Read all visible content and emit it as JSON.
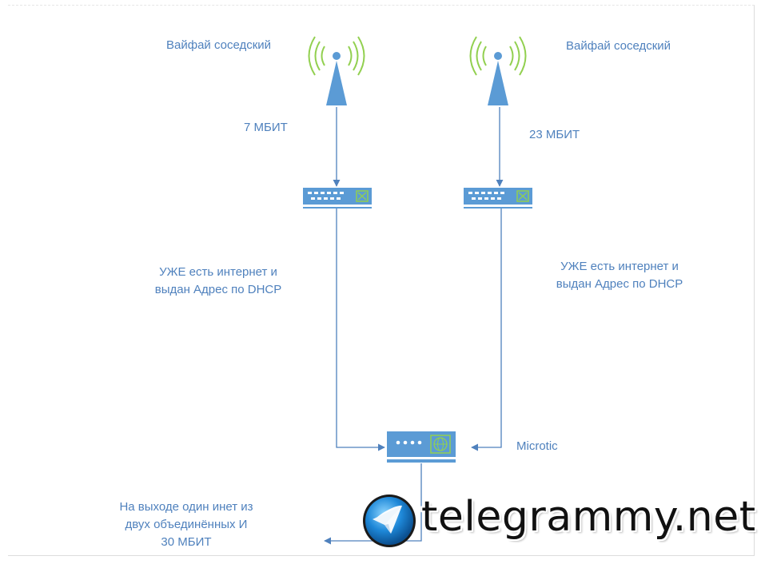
{
  "labels": {
    "wifi_left": "Вайфай соседский",
    "wifi_right": "Вайфай соседский",
    "speed_left": "7 МБИТ",
    "speed_right": "23 МБИТ",
    "dhcp_left_1": "УЖЕ есть интернет и",
    "dhcp_left_2": "выдан Адрес по  DHCP",
    "dhcp_right_1": "УЖЕ есть интернет и",
    "dhcp_right_2": "выдан Адрес по  DHCP",
    "microtic": "Microtic",
    "output_1": "На выходе один инет из",
    "output_2": "двух объединённых И",
    "output_3": "30 МБИТ"
  },
  "watermark": {
    "text": "telegrammy.net"
  },
  "colors": {
    "label": "#4f81bd",
    "device": "#5b9bd5",
    "signal": "#92d050",
    "connector": "#4f81bd"
  },
  "icons": [
    "wifi-antenna-icon",
    "switch-icon",
    "router-icon",
    "telegram-logo-icon"
  ]
}
